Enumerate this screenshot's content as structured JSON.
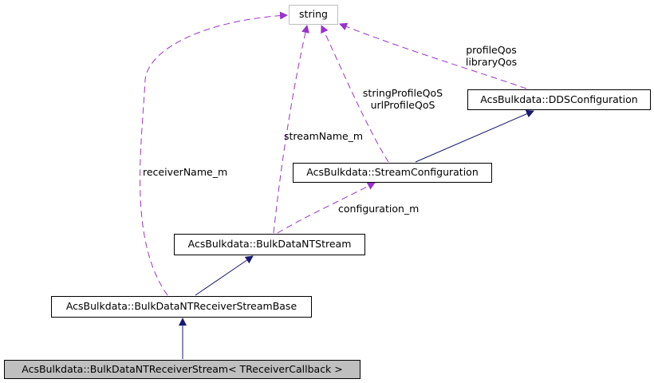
{
  "nodes": {
    "string": "string",
    "dds_configuration": "AcsBulkdata::DDSConfiguration",
    "stream_configuration": "AcsBulkdata::StreamConfiguration",
    "bulk_data_nt_stream": "AcsBulkdata::BulkDataNTStream",
    "receiver_stream_base": "AcsBulkdata::BulkDataNTReceiverStreamBase",
    "receiver_stream": "AcsBulkdata::BulkDataNTReceiverStream< TReceiverCallback >"
  },
  "edge_labels": {
    "profile_qos": "profileQos",
    "library_qos": "libraryQos",
    "string_profile_qos": "stringProfileQoS",
    "url_profile_qos": "urlProfileQoS",
    "stream_name_m": "streamName_m",
    "receiver_name_m": "receiverName_m",
    "configuration_m": "configuration_m"
  },
  "colors": {
    "inheritance": "#191970",
    "usage": "#9a32cd",
    "focus_fill": "#bfbfbf"
  }
}
